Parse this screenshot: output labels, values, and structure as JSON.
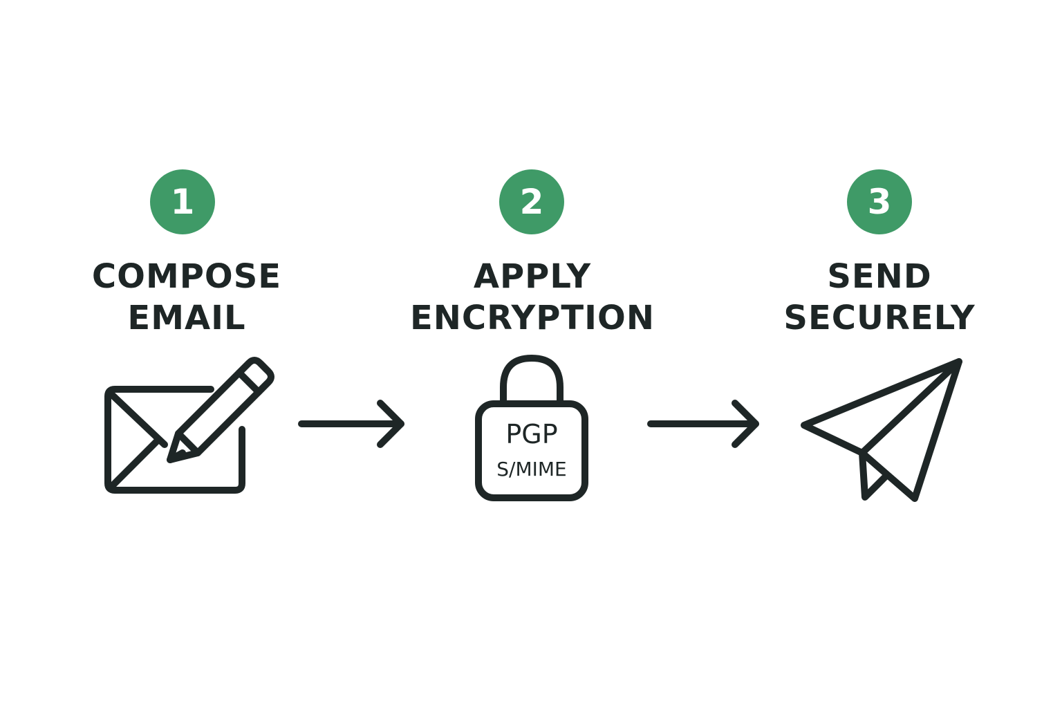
{
  "colors": {
    "badge": "#3f9a67",
    "ink": "#1e2626",
    "background": "#ffffff"
  },
  "steps": [
    {
      "number": "1",
      "title_line1": "COMPOSE",
      "title_line2": "EMAIL",
      "icon": "envelope-pencil-icon"
    },
    {
      "number": "2",
      "title_line1": "APPLY",
      "title_line2": "ENCRYPTION",
      "icon": "padlock-icon",
      "lock_label_1": "PGP",
      "lock_label_2": "S/MIME"
    },
    {
      "number": "3",
      "title_line1": "SEND",
      "title_line2": "SECURELY",
      "icon": "paper-plane-icon"
    }
  ],
  "connectors": [
    {
      "icon": "arrow-right-icon"
    },
    {
      "icon": "arrow-right-icon"
    }
  ]
}
